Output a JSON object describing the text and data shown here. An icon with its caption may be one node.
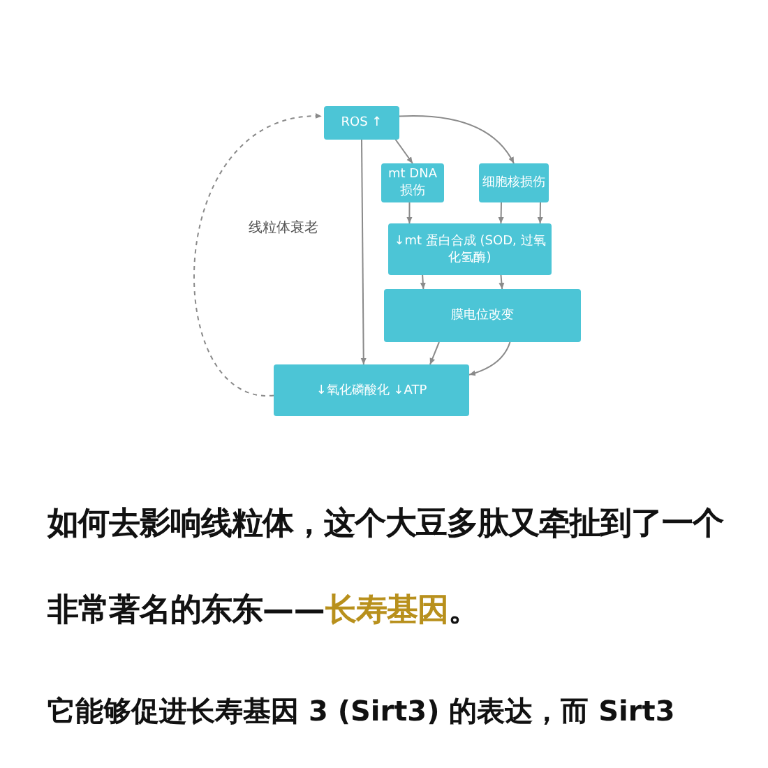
{
  "diagram": {
    "nodes": [
      {
        "text": [
          "ROS ↑"
        ]
      },
      {
        "text": [
          "mt DNA 损伤"
        ]
      },
      {
        "text": [
          "细胞核损伤"
        ]
      },
      {
        "text": [
          "↓mt 蛋白合成 (SOD, 过氧化氢酶)"
        ]
      },
      {
        "text": [
          "膜电位改变"
        ]
      },
      {
        "text": [
          "↓氧化磷酸化 ↓ATP"
        ]
      }
    ],
    "edges": [
      {
        "from": 0,
        "to": 1,
        "arrow": "to"
      },
      {
        "from": 0,
        "to": 2,
        "arrow": "to"
      },
      {
        "from": 0,
        "to": 5,
        "arrow": "to"
      },
      {
        "from": 1,
        "to": 3,
        "arrow": "to"
      },
      {
        "from": 2,
        "to": 3,
        "arrow": "to"
      },
      {
        "from": 2,
        "to": 3,
        "arrow": "to"
      },
      {
        "from": 3,
        "to": 4,
        "arrow": "to"
      },
      {
        "from": 3,
        "to": 4,
        "arrow": "to"
      },
      {
        "from": 4,
        "to": 5,
        "arrow": "to"
      },
      {
        "from": 4,
        "to": 5,
        "arrow": "to"
      },
      {
        "from": 5,
        "to": 0,
        "arrow": "to",
        "style": "dashed"
      }
    ],
    "labels": [
      "线粒体衰老",
      "如何去影响线粒体，这个大豆多肽又牵扯到了一个非常著名的东东——",
      "长寿基因",
      "。",
      "它能够促进长寿基因 3 (Sirt3) 的表达，而 Sirt3"
    ]
  }
}
